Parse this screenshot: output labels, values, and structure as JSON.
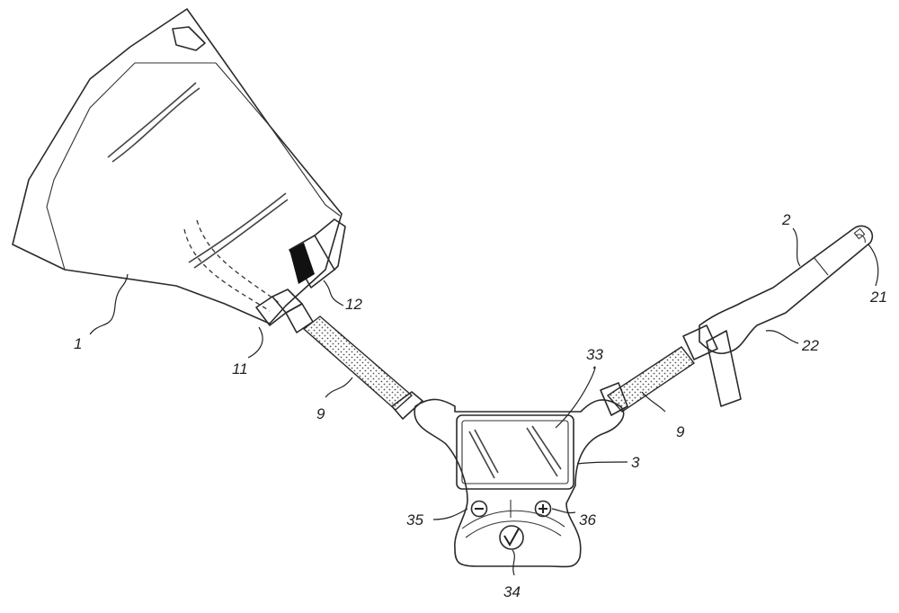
{
  "labels": {
    "bag": "1",
    "bag_outlet": "11",
    "clamp": "12",
    "tube": "9",
    "tube_right": "9",
    "catheter": "2",
    "catheter_tip": "21",
    "catheter_grip": "22",
    "control_unit": "3",
    "display": "33",
    "confirm_button": "34",
    "minus_button": "35",
    "plus_button": "36"
  }
}
